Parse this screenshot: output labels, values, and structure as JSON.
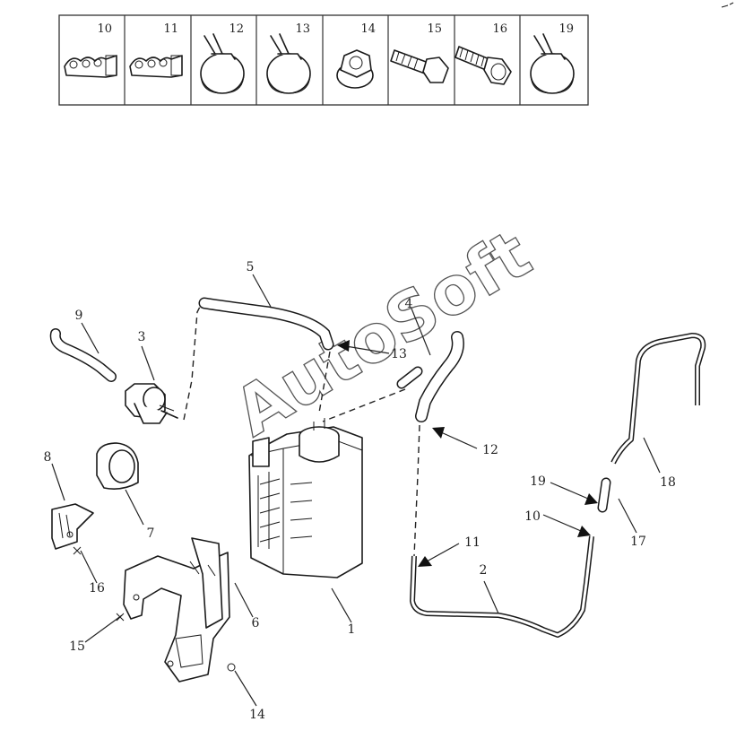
{
  "parts_legend": {
    "cells": [
      "10",
      "11",
      "12",
      "13",
      "14",
      "15",
      "16",
      "19"
    ]
  },
  "callouts": [
    "1",
    "2",
    "3",
    "4",
    "5",
    "6",
    "7",
    "8",
    "9",
    "10",
    "11",
    "12",
    "13",
    "14",
    "15",
    "16",
    "17",
    "18",
    "19"
  ],
  "watermark": "AutoSoft",
  "icons": [
    "hose-clip-icon",
    "hose-clamp-icon",
    "flange-nut-icon",
    "flange-bolt-icon",
    "stud-bolt-icon",
    "charcoal-canister-icon"
  ]
}
